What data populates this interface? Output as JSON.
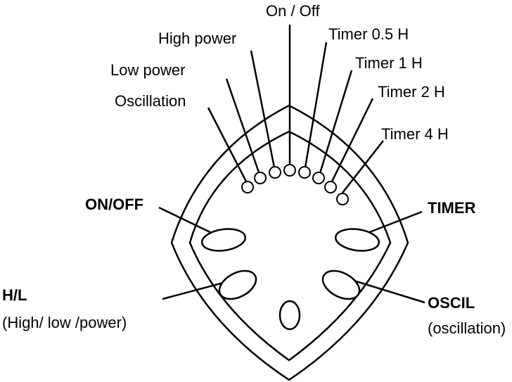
{
  "indicator_labels": {
    "on_off": "On / Off",
    "high_power": "High power",
    "low_power": "Low power",
    "oscillation": "Oscillation",
    "timer_05": "Timer 0.5 H",
    "timer_1": "Timer 1 H",
    "timer_2": "Timer 2 H",
    "timer_4": "Timer 4 H"
  },
  "button_labels": {
    "on_off": "ON/OFF",
    "timer": "TIMER",
    "hl": "H/L",
    "hl_desc": "(High/ low  /power)",
    "oscil": "OSCIL",
    "oscil_desc": "(oscillation)"
  },
  "colors": {
    "stroke": "#000000",
    "background": "#ffffff"
  }
}
